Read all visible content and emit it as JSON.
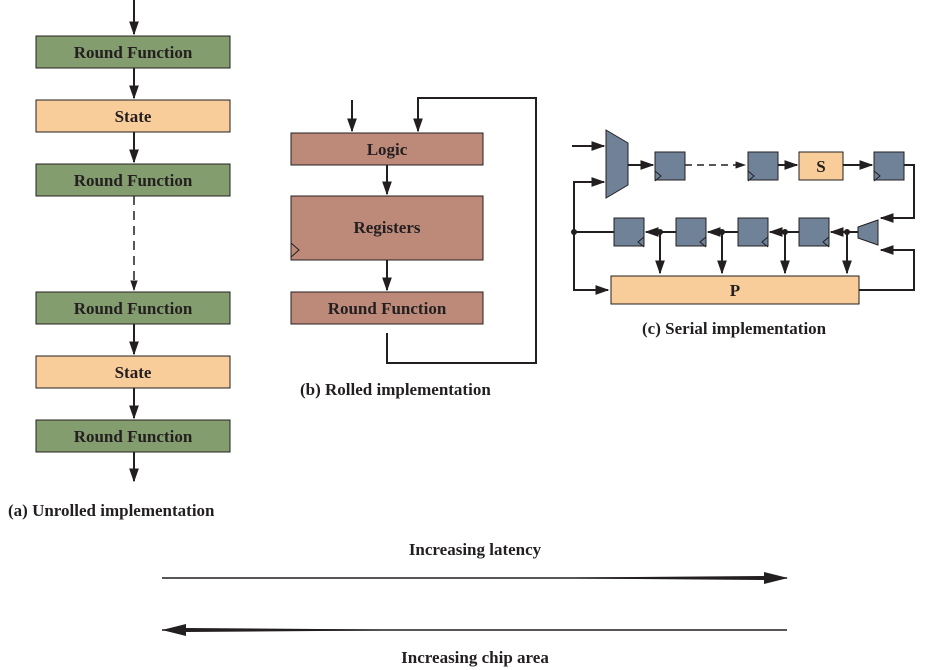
{
  "unrolled": {
    "blocks": [
      "Round Function",
      "State",
      "Round Function",
      "Round Function",
      "State",
      "Round Function"
    ],
    "caption": "(a) Unrolled implementation"
  },
  "rolled": {
    "logic": "Logic",
    "registers": "Registers",
    "round_function": "Round Function",
    "caption": "(b) Rolled implementation"
  },
  "serial": {
    "s_box": "S",
    "p_box": "P",
    "caption": "(c) Serial implementation"
  },
  "latency_label": "Increasing latency",
  "chip_area_label": "Increasing chip area",
  "colors": {
    "round_function": "#849d6f",
    "state": "#f8cd9a",
    "rolled_block": "#bd8a7a",
    "register": "#6f8298",
    "stroke": "#231f20"
  }
}
